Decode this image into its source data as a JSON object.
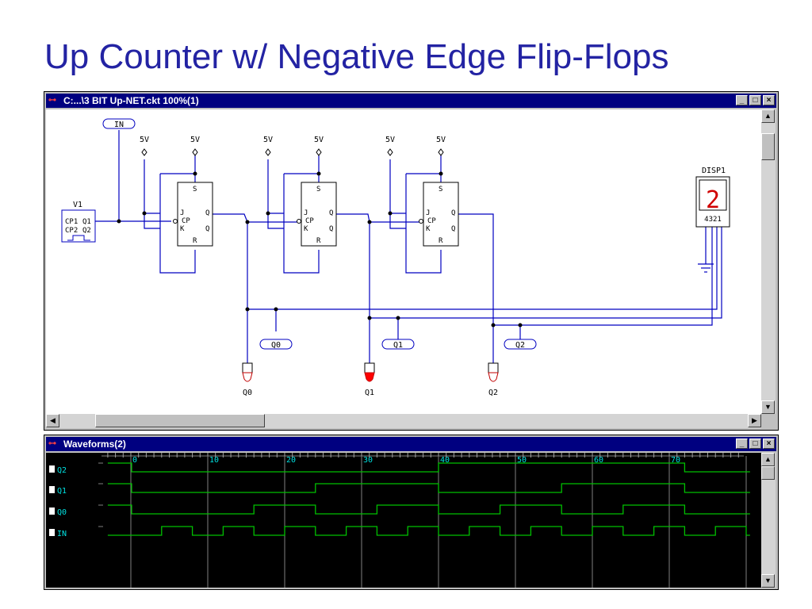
{
  "slide": {
    "title": "Up Counter w/ Negative Edge Flip-Flops"
  },
  "schematic_window": {
    "title": "C:...\\3 BIT Up-NET.ckt 100%(1)",
    "controls": {
      "minimize": "_",
      "maximize": "□",
      "close": "×"
    },
    "labels": {
      "in_tag": "IN",
      "supply": "5V",
      "clock_source": "V1",
      "cp1": "CP1",
      "q1": "Q1",
      "cp2": "CP2",
      "q2": "Q2",
      "ff_s": "S",
      "ff_j": "J",
      "ff_cp": "CP",
      "ff_k": "K",
      "ff_r": "R",
      "ff_q": "Q",
      "display_name": "DISP1",
      "display_digit": "2",
      "display_pins": "4321",
      "q0_tag": "Q0",
      "q1_tag": "Q1",
      "q2_tag": "Q2",
      "probe_q0": "Q0",
      "probe_q1": "Q1",
      "probe_q2": "Q2"
    }
  },
  "waveform_window": {
    "title": "Waveforms(2)",
    "controls": {
      "minimize": "_",
      "maximize": "□",
      "close": "×"
    },
    "signals": [
      "Q2",
      "Q1",
      "Q0",
      "IN"
    ],
    "time_ticks": [
      "0",
      "10",
      "20",
      "30",
      "40",
      "50",
      "60",
      "70"
    ],
    "trace_color": "#00c000",
    "label_color": "#00e0e0"
  },
  "colors": {
    "title": "#2323a3",
    "wire": "#0000c0",
    "titlebar": "#000080",
    "probe_on": "#ff0000"
  }
}
